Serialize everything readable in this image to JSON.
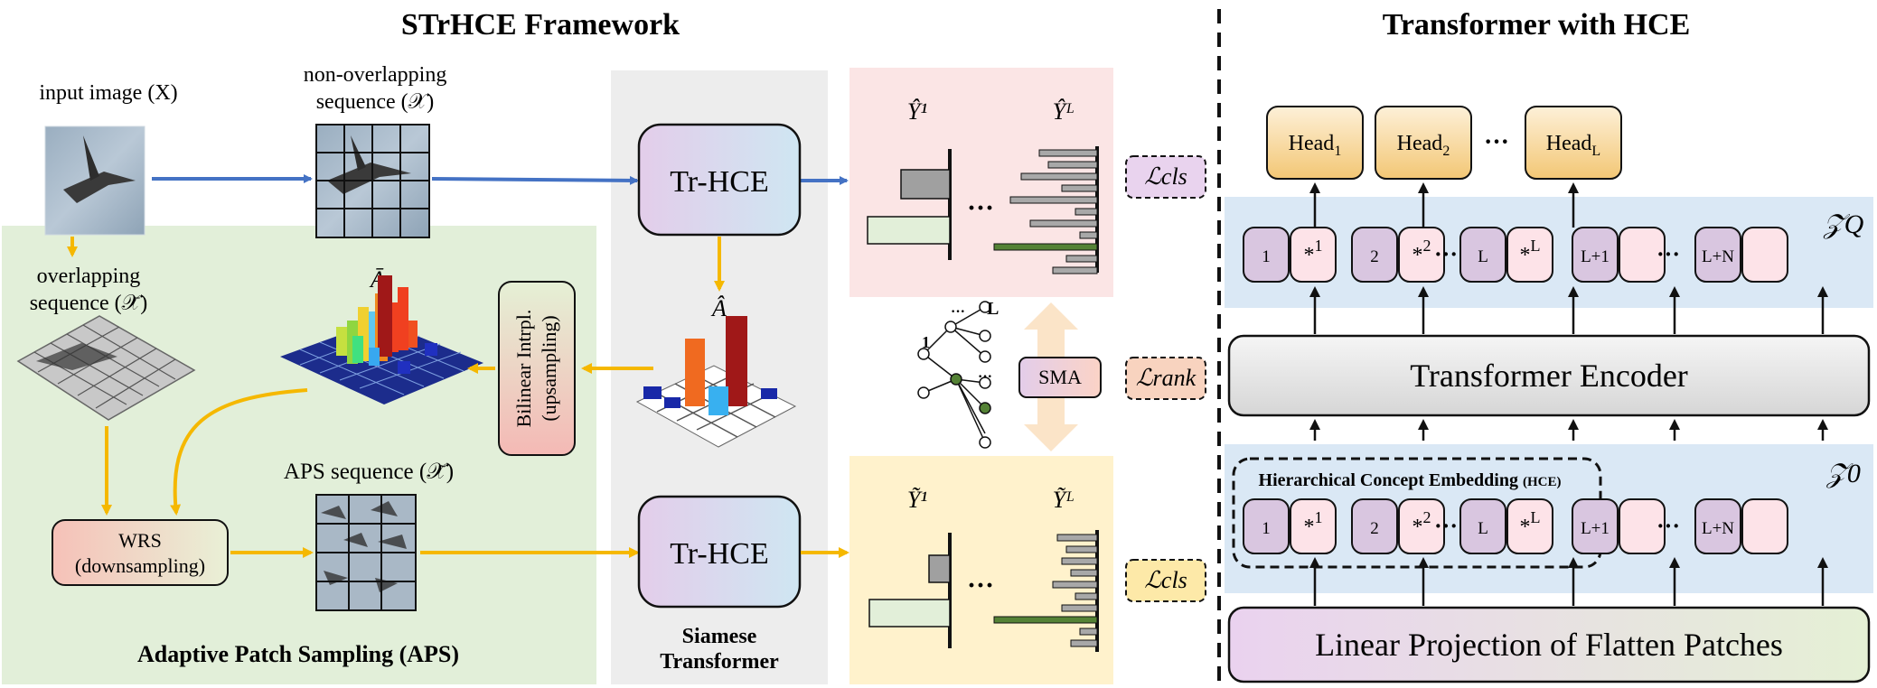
{
  "left_panel": {
    "title": "STrHCE Framework",
    "input_image_label": "input image (X)",
    "non_overlap_label_line1": "non-overlapping",
    "non_overlap_label_line2": "sequence (𝒳)",
    "overlap_label_line1": "overlapping",
    "overlap_label_line2": "sequence (𝒳̄)",
    "aps_seq_label": "APS sequence (𝒳̃)",
    "wrs_line1": "WRS",
    "wrs_line2": "(downsampling)",
    "aps_title": "Adaptive Patch Sampling (APS)",
    "bilinear_line1": "Bilinear Intrpl.",
    "bilinear_line2": "(upsampling)",
    "abar_label": "Ā",
    "ahat_label": "Â",
    "trhce_top": "Tr-HCE",
    "trhce_bottom": "Tr-HCE",
    "siamese_line1": "Siamese",
    "siamese_line2": "Transformer",
    "yhat1": "Ŷ¹",
    "yhatL": "Ŷᴸ",
    "ytilde1": "Ỹ¹",
    "ytildeL": "Ỹᴸ",
    "dots": "···",
    "tree_top": "L",
    "tree_left": "1",
    "sma": "SMA",
    "loss_cls_top": "ℒcls",
    "loss_rank": "ℒrank",
    "loss_cls_bottom": "ℒcls"
  },
  "right_panel": {
    "title": "Transformer with HCE",
    "heads": [
      "Head₁",
      "Head₂",
      "Head_L"
    ],
    "head_labels": [
      {
        "base": "Head",
        "sub": "1"
      },
      {
        "base": "Head",
        "sub": "2"
      },
      {
        "base": "Head",
        "sub": "L"
      }
    ],
    "head_dots": "···",
    "zq": "𝒵Q",
    "z0": "𝒵0",
    "top_tokens": [
      "1",
      "*1",
      "2",
      "*2",
      "L",
      "*L",
      "L+1",
      "",
      "L+N",
      ""
    ],
    "bottom_tokens": [
      "1",
      "*1",
      "2",
      "*2",
      "L",
      "*L",
      "L+1",
      "",
      "L+N",
      ""
    ],
    "encoder": "Transformer Encoder",
    "hce_label": "Hierarchical Concept Embedding",
    "hce_abbrev": "(HCE)",
    "linear": "Linear Projection of Flatten Patches"
  },
  "colors": {
    "blue_arrow": "#4472c4",
    "orange_arrow": "#f5b800",
    "green_panel": "#e2efd9",
    "gray_panel": "#ededed",
    "pink_panel": "#fbe5e5",
    "yellow_panel": "#fff2cc",
    "blue_band": "#dae8f5",
    "purple_token": "#d9c6e0",
    "pink_token": "#fde3e8",
    "head_fill": "#fbe5c4"
  }
}
